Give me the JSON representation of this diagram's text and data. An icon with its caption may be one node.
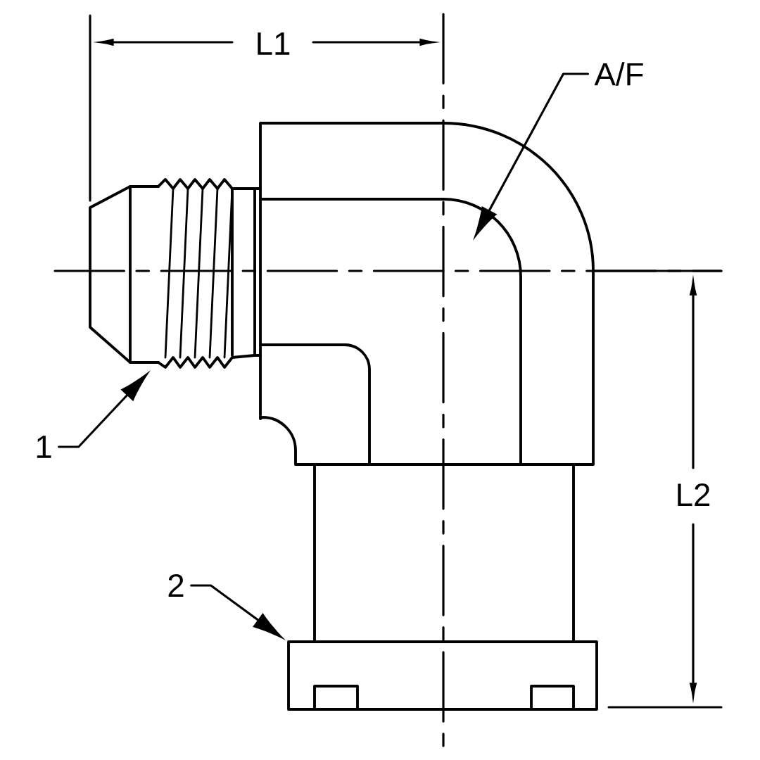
{
  "diagram": {
    "nodes": [
      {
        "text": [
          "A/F"
        ]
      },
      {
        "text": [
          "1"
        ]
      },
      {
        "text": [
          "2"
        ]
      }
    ],
    "edges": [
      {
        "from": 0,
        "to": null,
        "arrow": "to"
      },
      {
        "from": 1,
        "to": null,
        "arrow": "to"
      },
      {
        "from": 2,
        "to": null,
        "arrow": "to"
      }
    ],
    "labels": [
      "L1",
      "L2"
    ]
  }
}
